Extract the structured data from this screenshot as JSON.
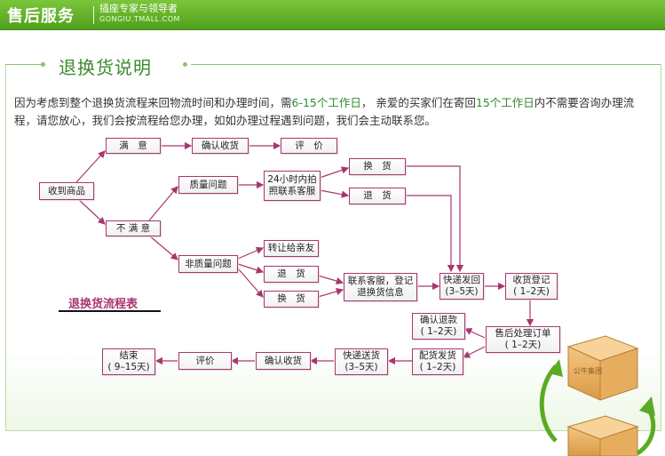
{
  "header": {
    "title": "售后服务",
    "subtitle": "插座专家与领导者",
    "site": "GONGIU.TMALL.COM"
  },
  "section": {
    "title": "退换货说明"
  },
  "intro": {
    "p1": "因为考虑到整个退换货流程来回物流时间和办理时间，需",
    "h1": "6-15个工作日",
    "p2": "， 亲爱的买家们在寄回",
    "h2": "15个工作日",
    "p3": "内不需要咨询办理流程，请您放心，我们会按流程给您办理，如如办理过程遇到问题，我们会主动联系您。"
  },
  "flowchart": {
    "title": "退换货流程表",
    "nodes": {
      "received": "收到商品",
      "satisfied": "满　意",
      "confirm1": "确认收货",
      "review1": "评　价",
      "unsatisfied": "不 满 意",
      "quality": "质量问题",
      "photo": "24小时内拍\n照联系客服",
      "exchange1": "换　货",
      "return1": "退　货",
      "nonquality": "非质量问题",
      "transfer": "转让给亲友",
      "return2": "退　货",
      "exchange2": "换　货",
      "contact": "联系客服，登记\n退换货信息",
      "shipback": "快递发回\n(3–5天)",
      "register": "收货登记\n( 1–2天)",
      "process": "售后处理订单\n( 1–2天)",
      "refund": "确认退款\n( 1–2天)",
      "dispatch": "配货发货\n( 1–2天)",
      "delivery": "快递送货\n(3–5天)",
      "confirm2": "确认收货",
      "review2": "评价",
      "finish": "结束\n( 9–15天)"
    }
  },
  "colors": {
    "accent": "#a8366f",
    "brand": "#5aab24"
  },
  "graphic": {
    "box_label": "公牛集团"
  }
}
